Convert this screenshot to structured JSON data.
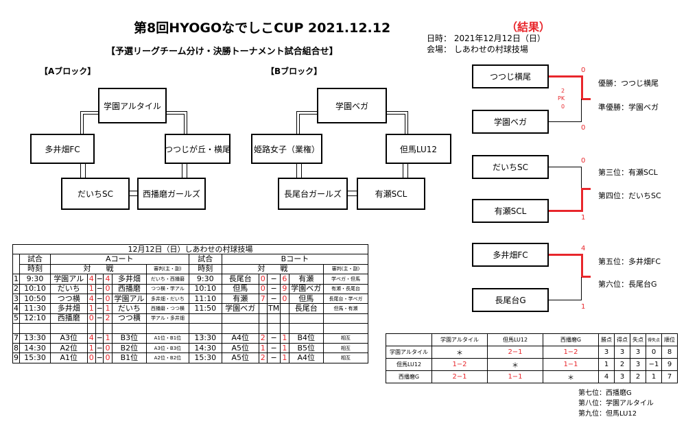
{
  "header": {
    "title": "第8回HYOGOなでしこCUP 2021.12.12",
    "subtitle": "【予選リーグチーム分け・決勝トーナメント試合組合せ】",
    "result_label": "（結果）",
    "date_line": "日時：  2021年12月12日（日）",
    "venue_line": "会場：  しあわせの村球技場"
  },
  "block_a": {
    "label": "【Aブロック】",
    "top": "学園アルタイル",
    "left": "多井畑FC",
    "right": "つつじが丘・横尾",
    "bottom_left": "だいちSC",
    "bottom_right": "西播磨ガールズ"
  },
  "block_b": {
    "label": "【Bブロック】",
    "top": "学園ベガ",
    "left": "姫路女子（業権）",
    "right": "但馬LU12",
    "bottom_left": "長尾台ガールズ",
    "bottom_right": "有瀬SCL"
  },
  "bracket": {
    "final": {
      "team1": "つつじ横尾",
      "team2": "学園ベガ",
      "score1": "0",
      "score2": "0",
      "pk1": "2",
      "pk_label": "PK",
      "pk2": "0"
    },
    "third": {
      "team1": "だいちSC",
      "team2": "有瀬SCL",
      "score1": "0",
      "score2": "1"
    },
    "fifth": {
      "team1": "多井畑FC",
      "team2": "長尾台G",
      "score1": "4",
      "score2": "1"
    },
    "results": {
      "winner": "優勝：つつじ横尾",
      "runner_up": "準優勝：学園ベガ",
      "third": "第三位：有瀬SCL",
      "fourth": "第四位：だいちSC",
      "fifth": "第五位：多井畑FC",
      "sixth": "第六位：長尾台G"
    }
  },
  "schedule": {
    "banner": "12月12日（日）しあわせの村球技場",
    "h_time": "試合",
    "h_time2": "時刻",
    "h_court_a": "Aコート",
    "h_court_b": "Bコート",
    "h_match": "対　　戦",
    "h_ref": "審判(主・副)",
    "rows": [
      {
        "no": "1",
        "ta": "9:30",
        "a1": "学園アル",
        "as1": "4",
        "as2": "4",
        "a2": "多井畑",
        "ar": "だいち・西播磨",
        "tb": "9:30",
        "b1": "長尾台",
        "bs1": "0",
        "bs2": "6",
        "b2": "有瀬",
        "br": "学ベガ・但馬"
      },
      {
        "no": "2",
        "ta": "10:10",
        "a1": "だいち",
        "as1": "1",
        "as2": "0",
        "a2": "西播磨",
        "ar": "つつ横・学アル",
        "tb": "10:10",
        "b1": "但馬",
        "bs1": "0",
        "bs2": "9",
        "b2": "学園ベガ",
        "br": "有瀬・長尾台"
      },
      {
        "no": "3",
        "ta": "10:50",
        "a1": "つつ横",
        "as1": "4",
        "as2": "0",
        "a2": "学園アル",
        "ar": "多井畑・だいち",
        "tb": "11:10",
        "b1": "有瀬",
        "bs1": "7",
        "bs2": "0",
        "b2": "但馬",
        "br": "長尾台・学ベガ"
      },
      {
        "no": "4",
        "ta": "11:30",
        "a1": "多井畑",
        "as1": "1",
        "as2": "1",
        "a2": "だいち",
        "ar": "西播磨・つつ横",
        "tb": "11:50",
        "b1": "学園ベガ",
        "bs1": "",
        "bs2": "",
        "b2": "長尾台",
        "br": "但馬・有瀬",
        "tm": "TM"
      },
      {
        "no": "5",
        "ta": "12:10",
        "a1": "西播磨",
        "as1": "0",
        "as2": "2",
        "a2": "つつ横",
        "ar": "学アル・多井畑",
        "tb": "",
        "b1": "",
        "bs1": "",
        "bs2": "",
        "b2": "",
        "br": ""
      },
      {
        "no": "",
        "ta": "",
        "a1": "",
        "as1": "",
        "as2": "",
        "a2": "",
        "ar": "",
        "tb": "",
        "b1": "",
        "bs1": "",
        "bs2": "",
        "b2": "",
        "br": ""
      },
      {
        "no": "7",
        "ta": "13:30",
        "a1": "A3位",
        "as1": "4",
        "as2": "1",
        "a2": "B3位",
        "ar": "A1位・B1位",
        "tb": "13:30",
        "b1": "A4位",
        "bs1": "2",
        "bs2": "1",
        "b2": "B4位",
        "br": "相互"
      },
      {
        "no": "8",
        "ta": "14:30",
        "a1": "A2位",
        "as1": "1",
        "as2": "0",
        "a2": "B2位",
        "ar": "A3位・B3位",
        "tb": "14:30",
        "b1": "A5位",
        "bs1": "1",
        "bs2": "1",
        "b2": "B5位",
        "br": "相互"
      },
      {
        "no": "9",
        "ta": "15:30",
        "a1": "A1位",
        "as1": "0",
        "as2": "0",
        "a2": "B1位",
        "ar": "A2位・B2位",
        "tb": "15:30",
        "b1": "A5位",
        "bs1": "2",
        "bs2": "1",
        "b2": "A4位",
        "br": "相互"
      }
    ]
  },
  "league": {
    "headers": [
      "学園アルタイル",
      "但馬LU12",
      "西播磨G",
      "勝点",
      "得点",
      "失点",
      "得失点",
      "順位"
    ],
    "rows": [
      {
        "team": "学園アルタイル",
        "c1": "＊",
        "c2": "2−1",
        "c3": "1−2",
        "pts": "3",
        "gf": "3",
        "ga": "3",
        "gd": "0",
        "rank": "8"
      },
      {
        "team": "但馬LU12",
        "c1": "1−2",
        "c2": "＊",
        "c3": "1−1",
        "pts": "1",
        "gf": "2",
        "ga": "3",
        "gd": "−1",
        "rank": "9"
      },
      {
        "team": "西播磨G",
        "c1": "2−1",
        "c2": "1−1",
        "c3": "＊",
        "pts": "4",
        "gf": "3",
        "ga": "2",
        "gd": "1",
        "rank": "7"
      }
    ]
  },
  "extra": {
    "seventh": "第七位：西播磨G",
    "eighth": "第八位：学園アルタイル",
    "ninth": "第九位：但馬LU12"
  }
}
